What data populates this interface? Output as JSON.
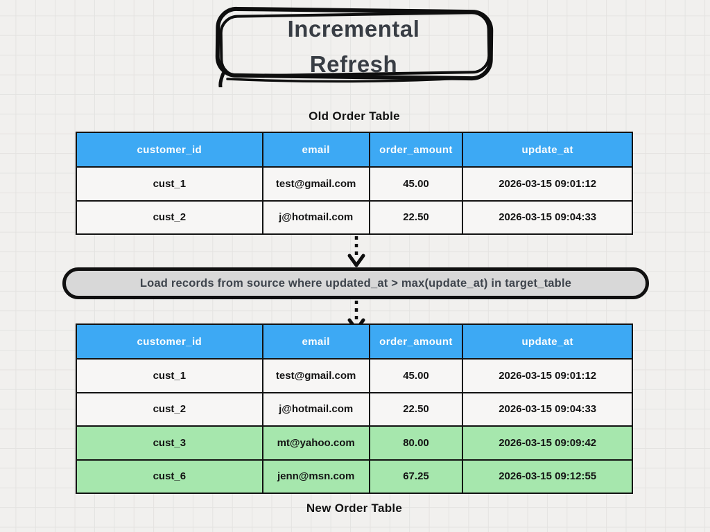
{
  "title": {
    "line1": "Incremental",
    "line2": "Refresh"
  },
  "old_table": {
    "label": "Old Order Table",
    "headers": [
      "customer_id",
      "email",
      "order_amount",
      "update_at"
    ],
    "rows": [
      {
        "cells": [
          "cust_1",
          "test@gmail.com",
          "45.00",
          "2026-03-15 09:01:12"
        ],
        "highlight": false
      },
      {
        "cells": [
          "cust_2",
          "j@hotmail.com",
          "22.50",
          "2026-03-15 09:04:33"
        ],
        "highlight": false
      }
    ]
  },
  "process": {
    "label": "Load records from source where updated_at > max(update_at) in target_table"
  },
  "new_table": {
    "label": "New Order Table",
    "headers": [
      "customer_id",
      "email",
      "order_amount",
      "update_at"
    ],
    "rows": [
      {
        "cells": [
          "cust_1",
          "test@gmail.com",
          "45.00",
          "2026-03-15 09:01:12"
        ],
        "highlight": false
      },
      {
        "cells": [
          "cust_2",
          "j@hotmail.com",
          "22.50",
          "2026-03-15 09:04:33"
        ],
        "highlight": false
      },
      {
        "cells": [
          "cust_3",
          "mt@yahoo.com",
          "80.00",
          "2026-03-15 09:09:42"
        ],
        "highlight": true
      },
      {
        "cells": [
          "cust_6",
          "jenn@msn.com",
          "67.25",
          "2026-03-15 09:12:55"
        ],
        "highlight": true
      }
    ]
  },
  "colors": {
    "header_blue": "#3DA9F4",
    "highlight_green": "#A6E7AD",
    "pill_gray": "#D8D8D8",
    "background": "#F1F0EE",
    "grid_line": "#E4E3E1",
    "border_black": "#121212",
    "title_text": "#383D44"
  }
}
